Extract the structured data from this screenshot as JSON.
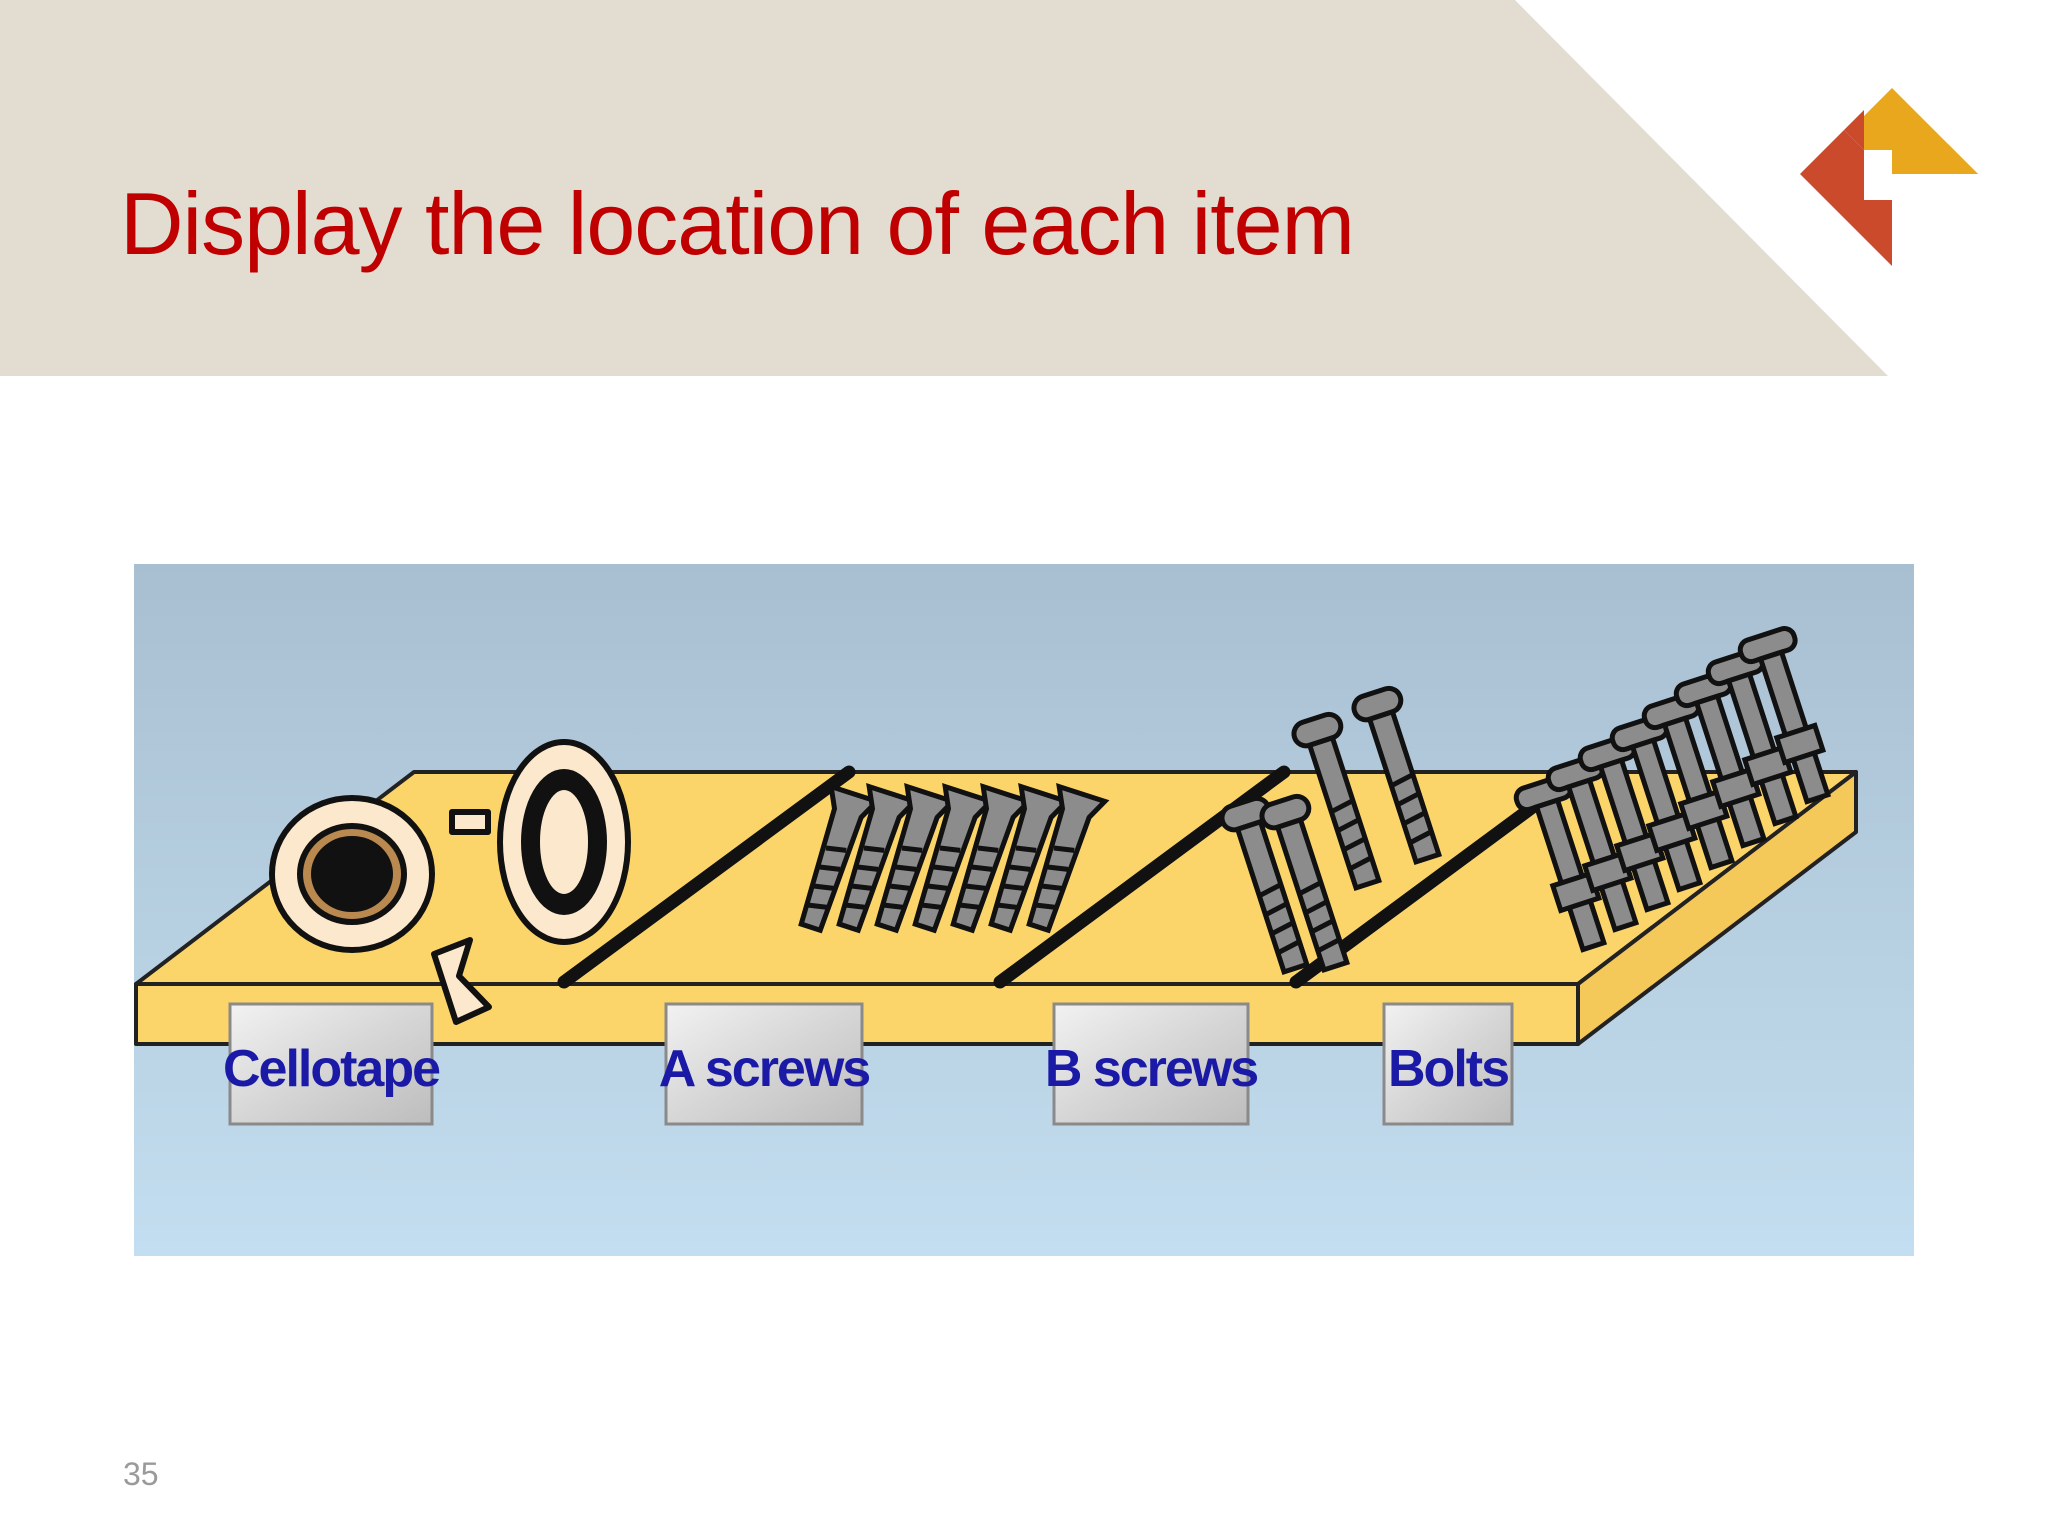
{
  "slide": {
    "title": "Display the location of each item",
    "page_number": "35"
  },
  "shelf": {
    "labels": [
      "Cellotape",
      "A screws",
      "B screws",
      "Bolts"
    ]
  },
  "colors": {
    "title": "#c00000",
    "header_band": "#e3ddd1",
    "shelf": "#fcd56a",
    "label_text": "#1a1aa6",
    "logo_red": "#cc4a2c",
    "logo_gold": "#e8a71d"
  },
  "icons": [
    "company-logo",
    "cellotape-rolls",
    "screw-set",
    "bolt-set"
  ]
}
